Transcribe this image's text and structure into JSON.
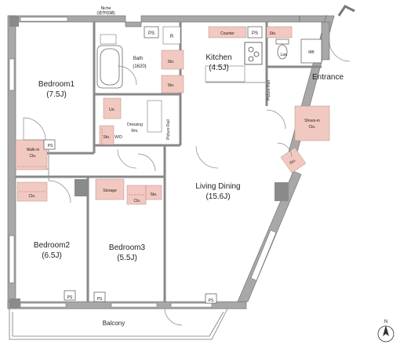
{
  "rooms": {
    "bedroom1": {
      "name": "Bedroom1",
      "size": "(7.5J)"
    },
    "bedroom2": {
      "name": "Bedroom2",
      "size": "(6.5J)"
    },
    "bedroom3": {
      "name": "Bedroom3",
      "size": "(5.5J)"
    },
    "kitchen": {
      "name": "Kitchen",
      "size": "(4.5J)"
    },
    "bath": {
      "name": "Bath",
      "size": "(1620)"
    },
    "living": {
      "name": "Living Dining",
      "size": "(15.6J)"
    },
    "entrance": {
      "name": "Entrance"
    },
    "balcony": {
      "name": "Balcony"
    }
  },
  "labels": {
    "niche": "Niche",
    "niche_sub": "(造作収納)",
    "ps": "PS",
    "r": "R",
    "counter": "Counter",
    "sto": "Sto.",
    "lav": "Lav.",
    "mb": "MB",
    "picture_rail": "Picture Rail",
    "un": "Un.",
    "wd": "W/D",
    "dressing": "Dressing",
    "dressing_rm": "Rm.",
    "walk_in": "Walk-in",
    "clo": "Clo.",
    "storage": "Storage",
    "shoes_in": "Shoes-in",
    "north": "N"
  },
  "colors": {
    "storage_fill": "#f2c9c0",
    "wall": "#9a9a9a",
    "column": "#8a8a8a"
  }
}
